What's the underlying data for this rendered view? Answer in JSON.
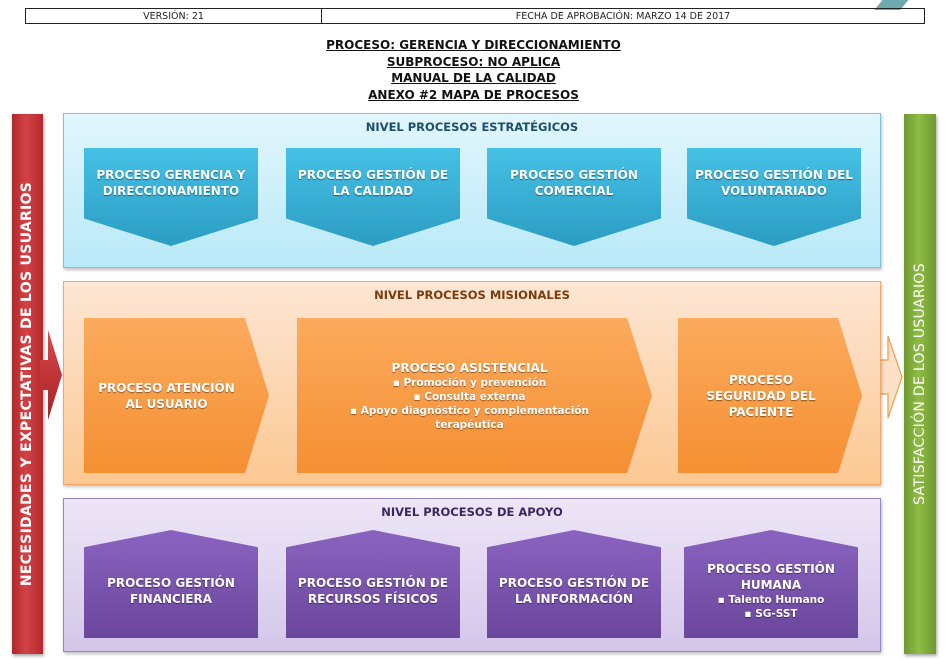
{
  "header": {
    "version_label": "VERSIÓN: 21",
    "approval_date_label": "FECHA DE APROBACIÓN: MARZO 14 DE 2017"
  },
  "titles": [
    "PROCESO: GERENCIA Y DIRECCIONAMIENTO",
    "SUBPROCESO: NO APLICA",
    "MANUAL DE LA CALIDAD",
    "ANEXO #2 MAPA DE PROCESOS"
  ],
  "input_bar": {
    "label": "NECESIDADES Y EXPECTATIVAS DE LOS USUARIOS",
    "color": "#c8363a",
    "arrow_icon": "arrow-right-icon"
  },
  "output_bar": {
    "label": "SATISFACCIÓN DE LOS USUARIOS",
    "color": "#86b23f",
    "arrow_icon": "arrow-right-outline-icon"
  },
  "levels": {
    "strategic": {
      "title": "NIVEL PROCESOS ESTRATÉGICOS",
      "color": "#3ab3dc",
      "processes": [
        {
          "name": "PROCESO GERENCIA Y DIRECCIONAMIENTO"
        },
        {
          "name": "PROCESO GESTIÓN DE LA CALIDAD"
        },
        {
          "name": "PROCESO GESTIÓN COMERCIAL"
        },
        {
          "name": "PROCESO GESTIÓN DEL VOLUNTARIADO"
        }
      ]
    },
    "missional": {
      "title": "NIVEL PROCESOS MISIONALES",
      "color": "#f79a44",
      "processes": [
        {
          "name": "PROCESO ATENCIÓN AL USUARIO",
          "items": []
        },
        {
          "name": "PROCESO ASISTENCIAL",
          "items": [
            "▪ Promoción y prevención",
            "▪ Consulta externa",
            "▪ Apoyo diagnóstico y complementación terapéutica"
          ]
        },
        {
          "name": "PROCESO SEGURIDAD DEL PACIENTE",
          "items": []
        }
      ]
    },
    "support": {
      "title": "NIVEL PROCESOS DE APOYO",
      "color": "#7b56b0",
      "processes": [
        {
          "name": "PROCESO GESTIÓN FINANCIERA",
          "items": []
        },
        {
          "name": "PROCESO GESTIÓN DE RECURSOS FÍSICOS",
          "items": []
        },
        {
          "name": "PROCESO GESTIÓN DE LA INFORMACIÓN",
          "items": []
        },
        {
          "name": "PROCESO GESTIÓN HUMANA",
          "items": [
            "▪ Talento Humano",
            "▪ SG-SST"
          ]
        }
      ]
    }
  }
}
